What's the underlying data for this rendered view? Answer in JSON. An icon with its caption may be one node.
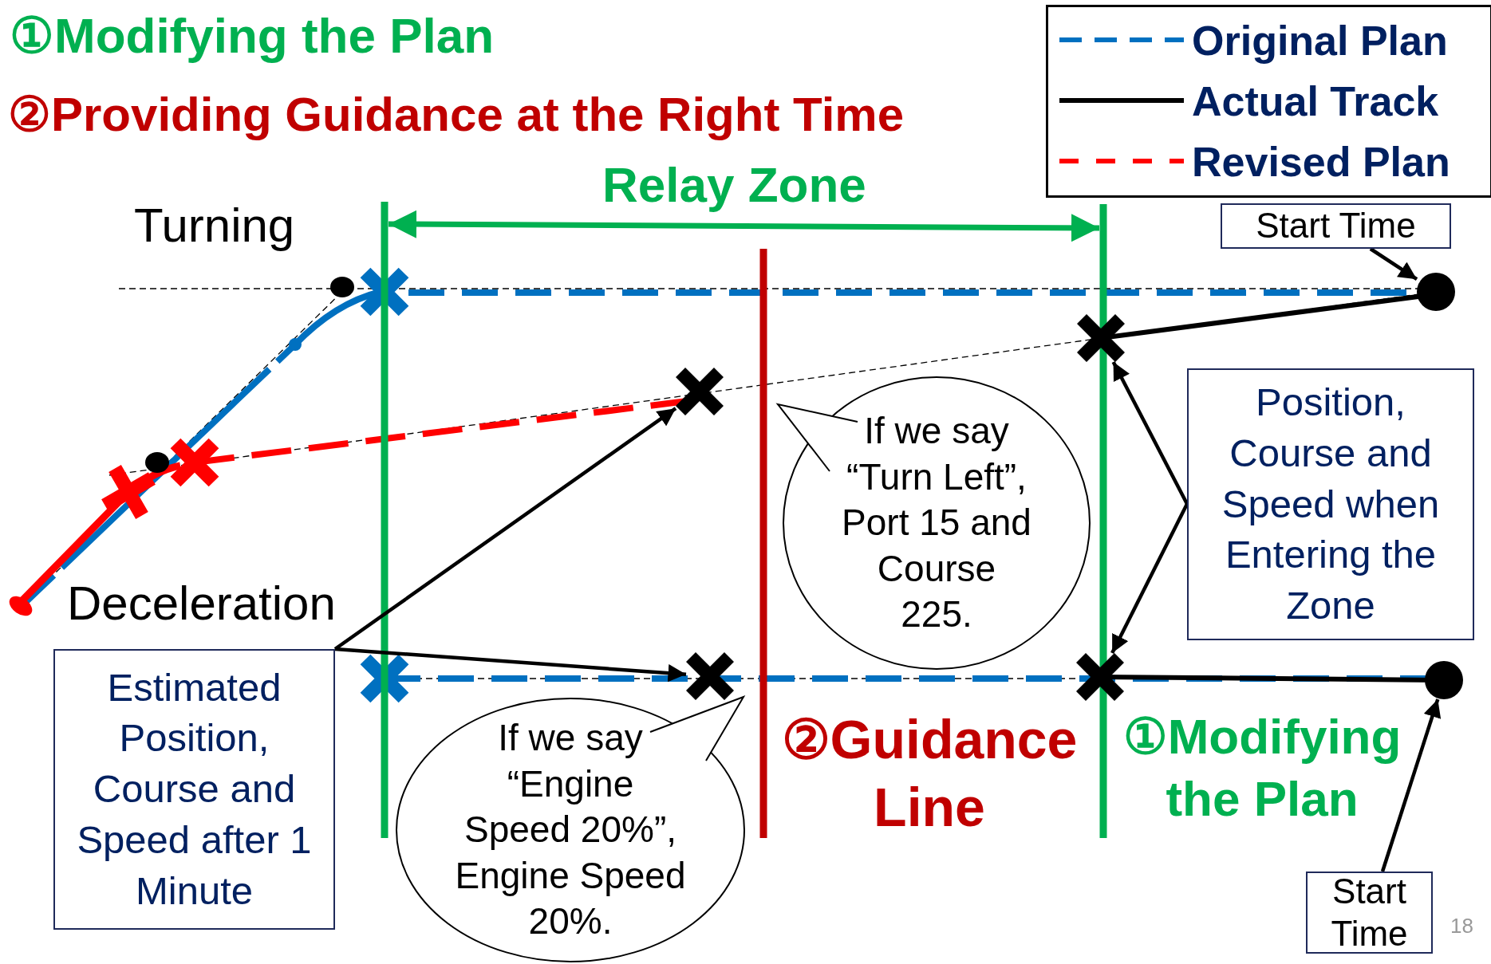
{
  "diagram": {
    "nodes": [
      {
        "text": [
          "Start Time"
        ]
      },
      {
        "text": [],
        "shape": "circle"
      },
      {
        "text": [
          "Position, Course and Speed when Entering the Zone"
        ]
      },
      {
        "text": [],
        "shape": "cross"
      },
      {
        "text": [],
        "shape": "cross"
      },
      {
        "text": [
          "Estimated Position, Course and Speed after 1 Minute"
        ]
      },
      {
        "text": [],
        "shape": "cross"
      },
      {
        "text": [],
        "shape": "cross"
      },
      {
        "text": [
          "If we say “Turn Left”, Port 15 and Course 225."
        ]
      },
      {
        "text": [
          "If we say “Engine Speed 20%”, Engine Speed 20%."
        ]
      },
      {
        "text": [
          "Start Time"
        ]
      },
      {
        "text": [],
        "shape": "circle"
      }
    ],
    "edges": [
      {
        "from": 0,
        "to": 1,
        "arrow": "to"
      },
      {
        "from": 2,
        "to": 3,
        "arrow": "to"
      },
      {
        "from": 2,
        "to": 4,
        "arrow": "to"
      },
      {
        "from": 5,
        "to": 6,
        "arrow": "to"
      },
      {
        "from": 5,
        "to": 7,
        "arrow": "to"
      },
      {
        "from": 10,
        "to": 11,
        "arrow": "to"
      }
    ],
    "labels": [
      "①Modifying the Plan",
      "②Providing Guidance at the Right Time",
      "Relay Zone",
      "Turning",
      "Deceleration",
      "②Guidance Line",
      "①Modifying the Plan",
      "18"
    ],
    "legend": [
      {
        "text": "Original Plan"
      },
      {
        "text": "Actual Track"
      },
      {
        "text": "Revised Plan"
      }
    ]
  }
}
